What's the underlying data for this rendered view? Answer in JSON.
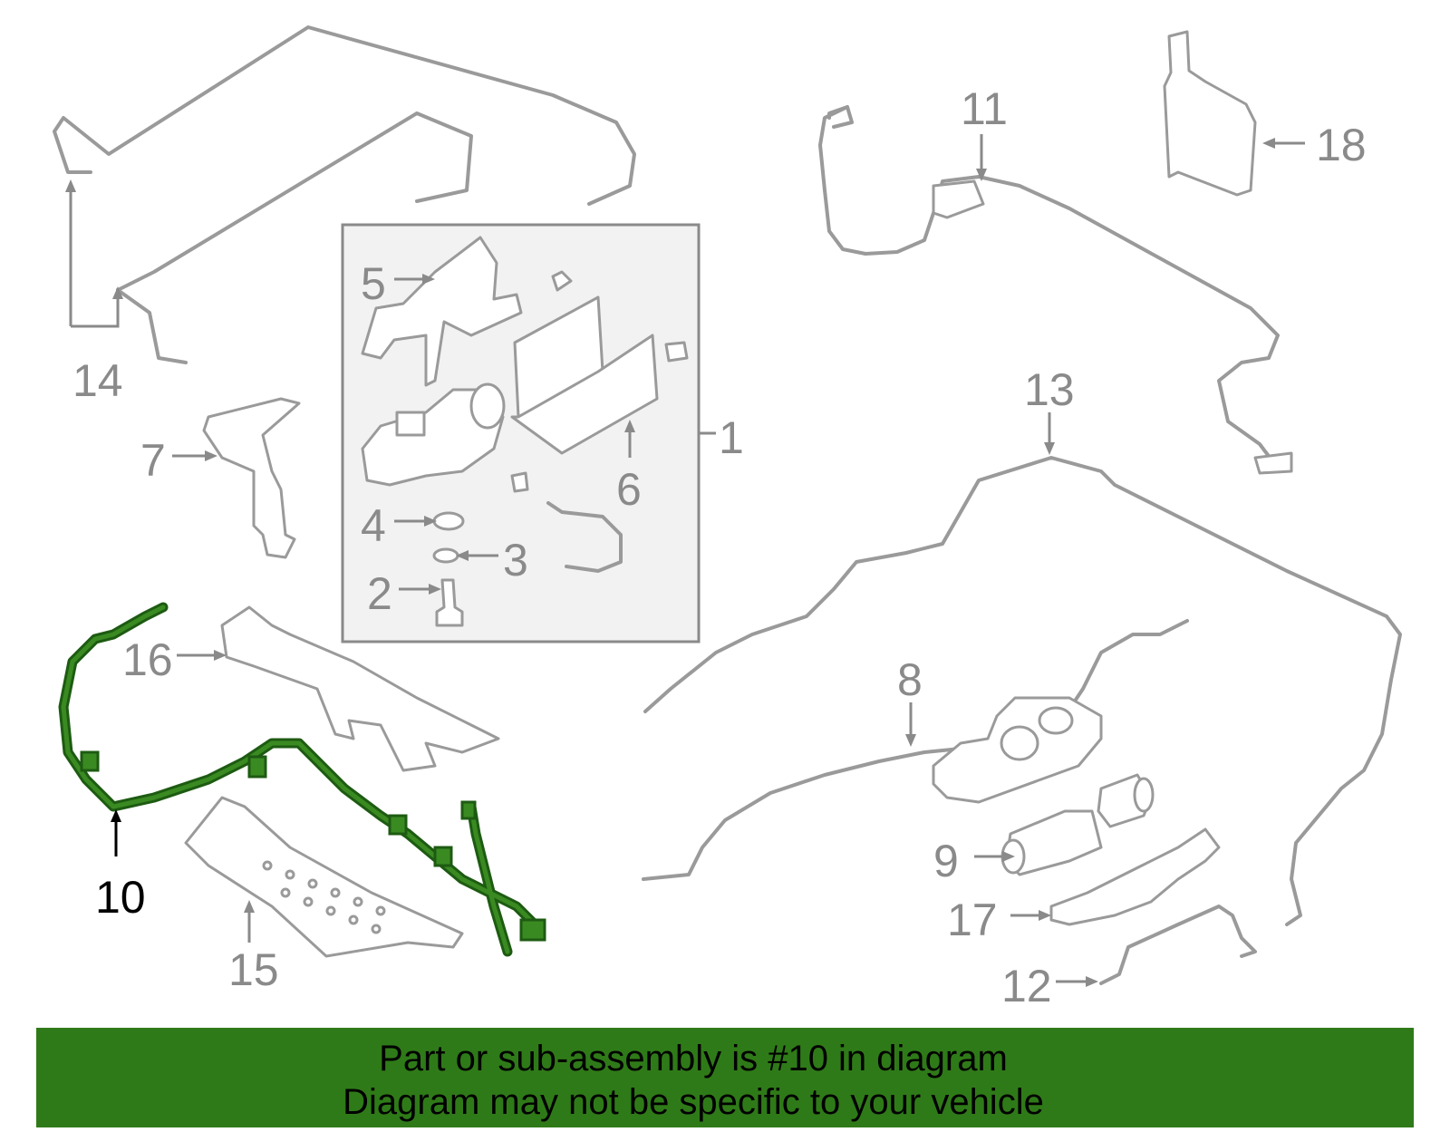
{
  "highlight_color": "#2f7a18",
  "callouts": {
    "c1": "1",
    "c2": "2",
    "c3": "3",
    "c4": "4",
    "c5": "5",
    "c6": "6",
    "c7": "7",
    "c8": "8",
    "c9": "9",
    "c10": "10",
    "c11": "11",
    "c12": "12",
    "c13": "13",
    "c14": "14",
    "c15": "15",
    "c16": "16",
    "c17": "17",
    "c18": "18"
  },
  "banner": {
    "line1": "Part or sub-assembly is #10 in diagram",
    "line2": "Diagram may not be specific to your vehicle"
  }
}
